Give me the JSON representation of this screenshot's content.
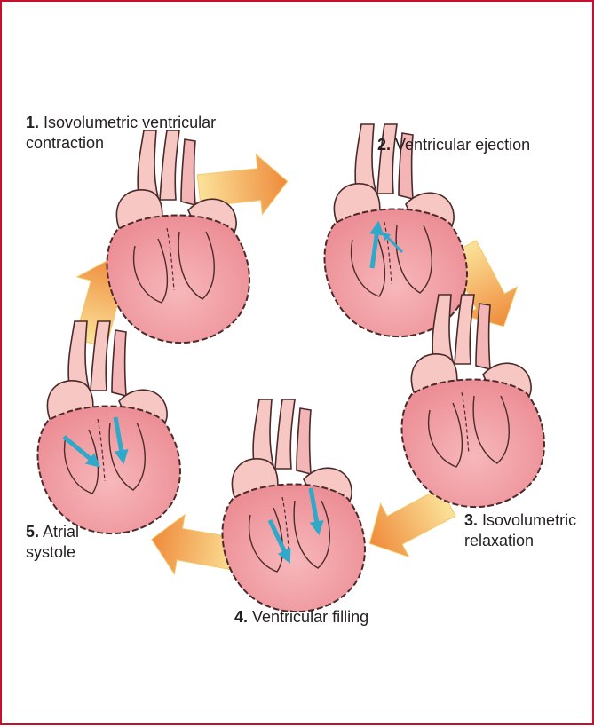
{
  "colors": {
    "border": "#c8102e",
    "heart_fill": "#f2a3a8",
    "heart_outline": "#4a2a2a",
    "vessel_fill": "#f6c7c3",
    "arrow_yellow": "#fbe39a",
    "arrow_orange": "#ef8a3a",
    "flow_arrow": "#2fa9c9",
    "text": "#231f20"
  },
  "stages": [
    {
      "number": "1.",
      "line1": "Isovolumetric ventricular",
      "line2": "contraction",
      "icon": "heart-icon"
    },
    {
      "number": "2.",
      "line1": "Ventricular ejection",
      "line2": "",
      "icon": "heart-icon"
    },
    {
      "number": "3.",
      "line1": "Isovolumetric",
      "line2": "relaxation",
      "icon": "heart-icon"
    },
    {
      "number": "4.",
      "line1": "Ventricular filling",
      "line2": "",
      "icon": "heart-icon"
    },
    {
      "number": "5.",
      "line1": "Atrial",
      "line2": "systole",
      "icon": "heart-icon"
    }
  ],
  "cycle_direction": "clockwise"
}
